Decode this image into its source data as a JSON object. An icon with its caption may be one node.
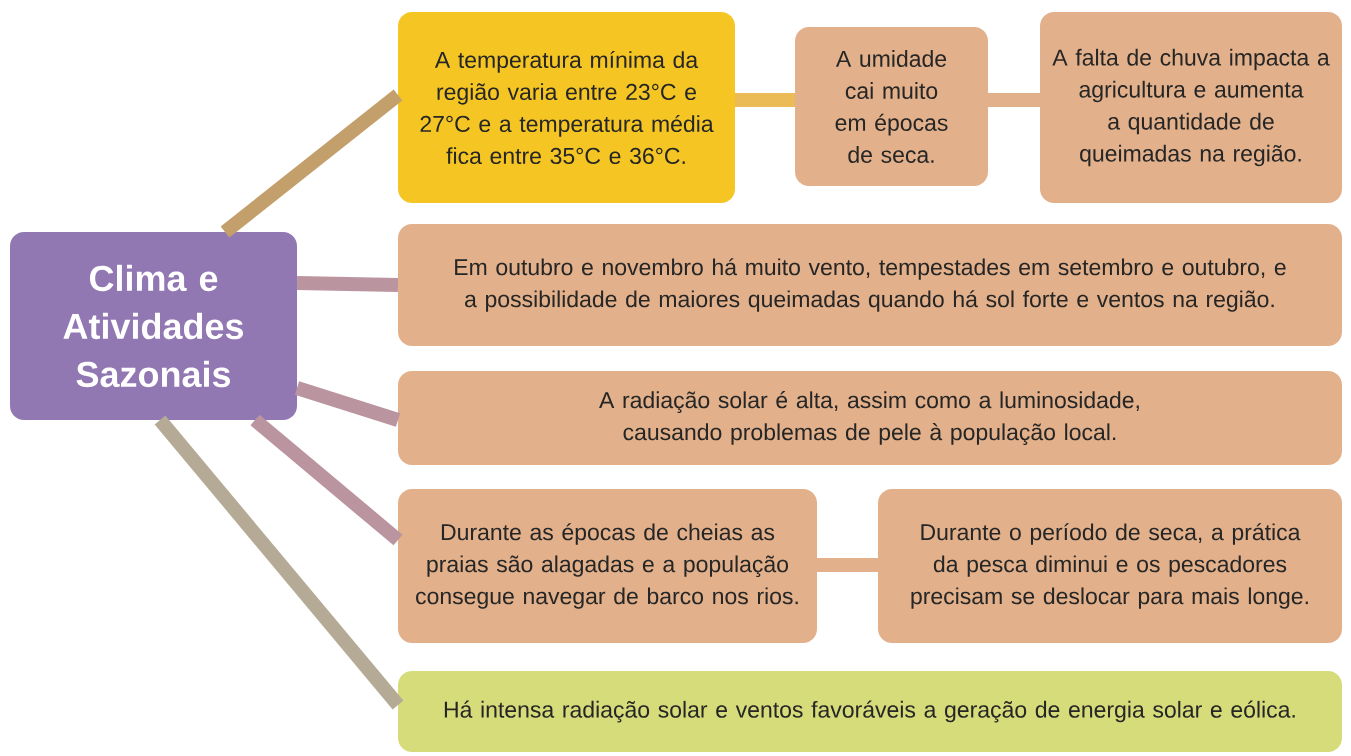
{
  "diagram": {
    "nodes": [
      {
        "text": [
          "Clima e Atividades Sazonais"
        ]
      },
      {
        "text": [
          "A temperatura mínima da região varia entre 23°C e 27°C e a temperatura média fica entre 35°C e 36°C."
        ]
      },
      {
        "text": [
          "A umidade cai muito em épocas de seca."
        ]
      },
      {
        "text": [
          "A falta de chuva impacta a agricultura e aumenta a quantidade de queimadas na região."
        ]
      },
      {
        "text": [
          "Em outubro e novembro há muito vento, tempestades em setembro e outubro, e a possibilidade de maiores queimadas quando há sol forte e ventos na região."
        ]
      },
      {
        "text": [
          "A radiação solar é alta, assim como a luminosidade, causando problemas de pele à população local."
        ]
      },
      {
        "text": [
          "Durante as épocas de cheias as praias são alagadas e a população consegue navegar de barco nos rios."
        ]
      },
      {
        "text": [
          "Durante o período de seca, a prática da pesca diminui e os pescadores precisam se deslocar para mais longe."
        ]
      },
      {
        "text": [
          "Há intensa radiação solar e ventos favoráveis a geração de energia solar e eólica."
        ]
      }
    ],
    "edges": [
      {
        "from": 0,
        "to": 1,
        "arrow": "none"
      },
      {
        "from": 1,
        "to": 2,
        "arrow": "none"
      },
      {
        "from": 2,
        "to": 3,
        "arrow": "none"
      },
      {
        "from": 0,
        "to": 4,
        "arrow": "none"
      },
      {
        "from": 0,
        "to": 5,
        "arrow": "none"
      },
      {
        "from": 0,
        "to": 6,
        "arrow": "none"
      },
      {
        "from": 6,
        "to": 7,
        "arrow": "none"
      },
      {
        "from": 0,
        "to": 8,
        "arrow": "none"
      }
    ]
  }
}
